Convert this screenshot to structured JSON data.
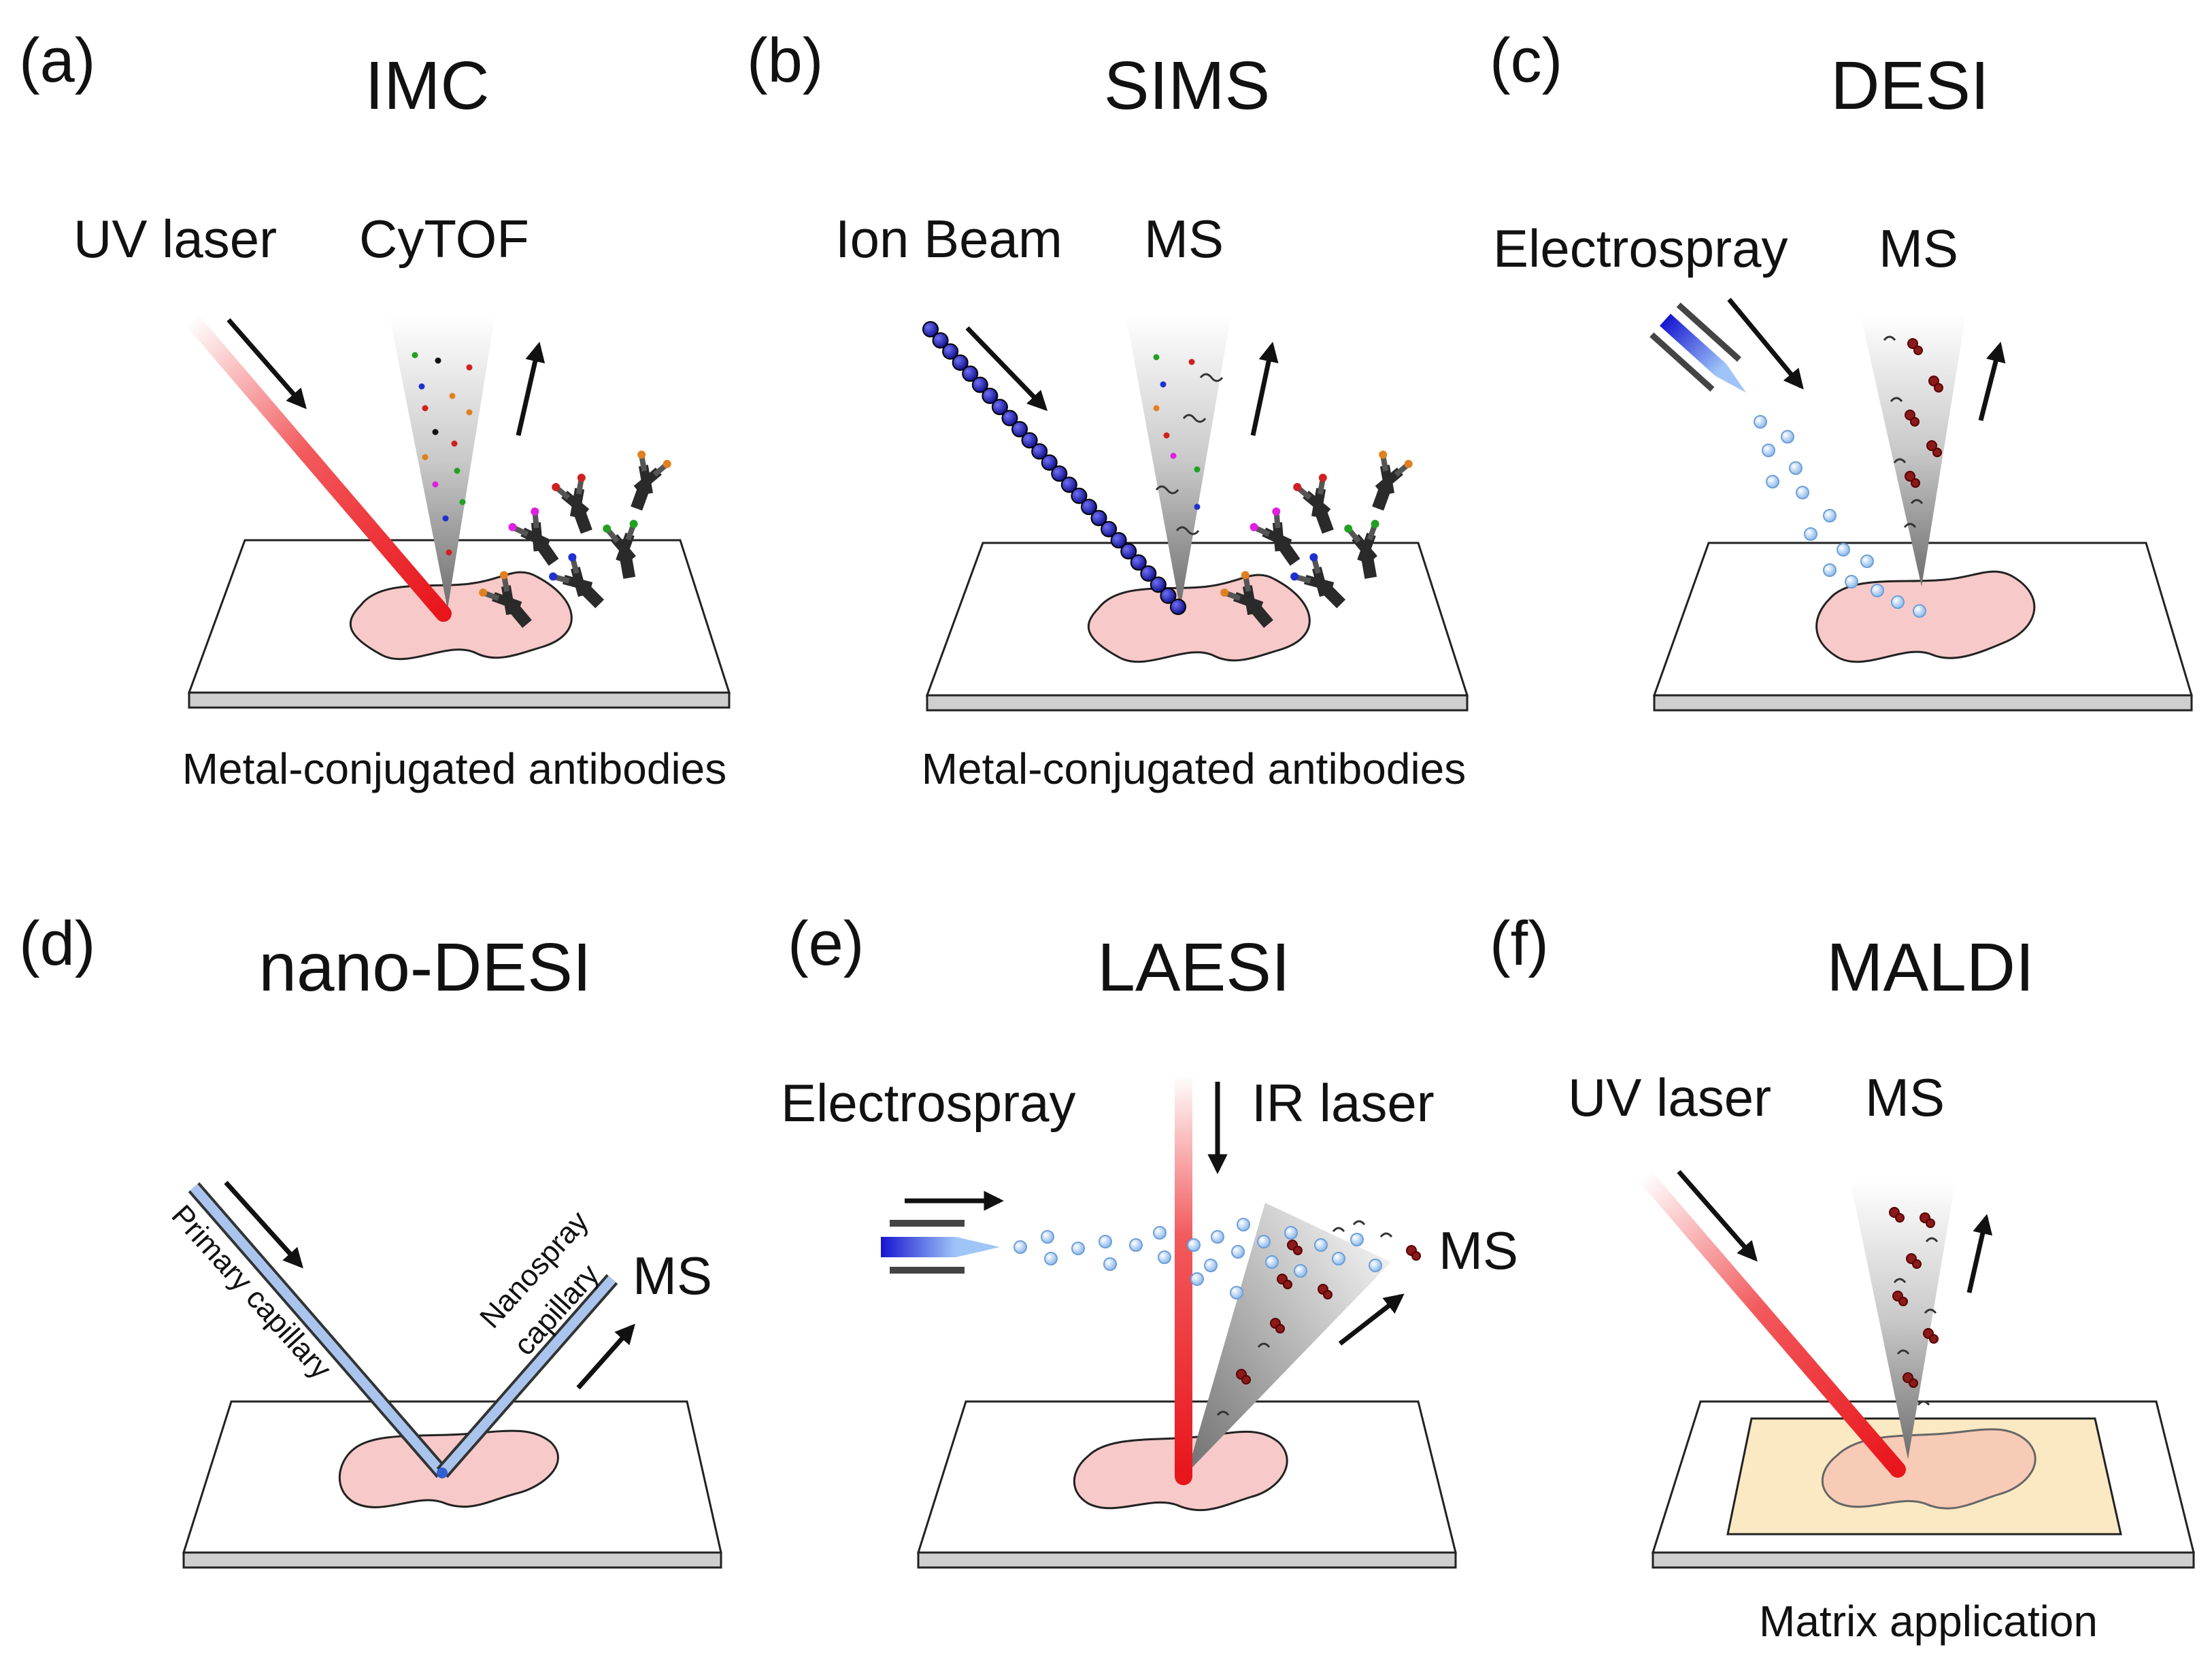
{
  "panels": {
    "a": {
      "letter": "(a)",
      "title": "IMC",
      "source": "UV laser",
      "detector": "CyTOF",
      "caption": "Metal-conjugated antibodies"
    },
    "b": {
      "letter": "(b)",
      "title": "SIMS",
      "source": "Ion Beam",
      "detector": "MS",
      "caption": "Metal-conjugated antibodies"
    },
    "c": {
      "letter": "(c)",
      "title": "DESI",
      "source": "Electrospray",
      "detector": "MS"
    },
    "d": {
      "letter": "(d)",
      "title": "nano-DESI",
      "detector": "MS",
      "primary": "Primary capillary",
      "nano1": "Nanospray",
      "nano2": "capillary"
    },
    "e": {
      "letter": "(e)",
      "title": "LAESI",
      "source": "Electrospray",
      "laser": "IR laser",
      "detector": "MS"
    },
    "f": {
      "letter": "(f)",
      "title": "MALDI",
      "source": "UV laser",
      "detector": "MS",
      "caption": "Matrix application"
    }
  },
  "colors": {
    "tissue": "#f7c9c9",
    "laser": "#e8151b",
    "ion": "#1a1ad0",
    "droplet": "#a9cdf3",
    "matrix": "#fbe9c3",
    "capillary": "#9bbbe8"
  }
}
